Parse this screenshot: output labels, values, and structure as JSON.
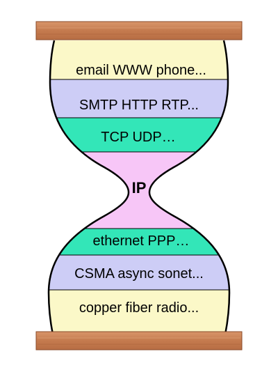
{
  "diagram": {
    "layers": [
      {
        "id": "applications",
        "label": "email  WWW  phone...",
        "color": "#fbf8c8"
      },
      {
        "id": "application-protocols",
        "label": "SMTP  HTTP  RTP...",
        "color": "#cdcdf6"
      },
      {
        "id": "transport",
        "label": "TCP  UDP…",
        "color": "#33e6b8"
      },
      {
        "id": "network",
        "label": "IP",
        "color": "#f7c6f7"
      },
      {
        "id": "link",
        "label": "ethernet   PPP…",
        "color": "#33e6b8"
      },
      {
        "id": "link-protocols",
        "label": "CSMA  async  sonet...",
        "color": "#cdcdf6"
      },
      {
        "id": "physical",
        "label": "copper  fiber  radio...",
        "color": "#fbf8c8"
      }
    ],
    "frame_color": "#c8845a",
    "outline_color": "#000000"
  }
}
